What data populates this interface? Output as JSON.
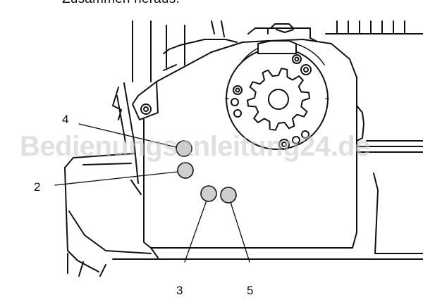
{
  "header_text": "Zusammen heraus.",
  "callouts": {
    "label_4": "4",
    "label_2": "2",
    "label_3": "3",
    "label_5": "5"
  },
  "watermark": "Bedienungsanleitung24.de",
  "colors": {
    "line": "#111111",
    "fill": "#ffffff",
    "knob": "#cfcfcf",
    "watermark": "#c8c8c8"
  }
}
